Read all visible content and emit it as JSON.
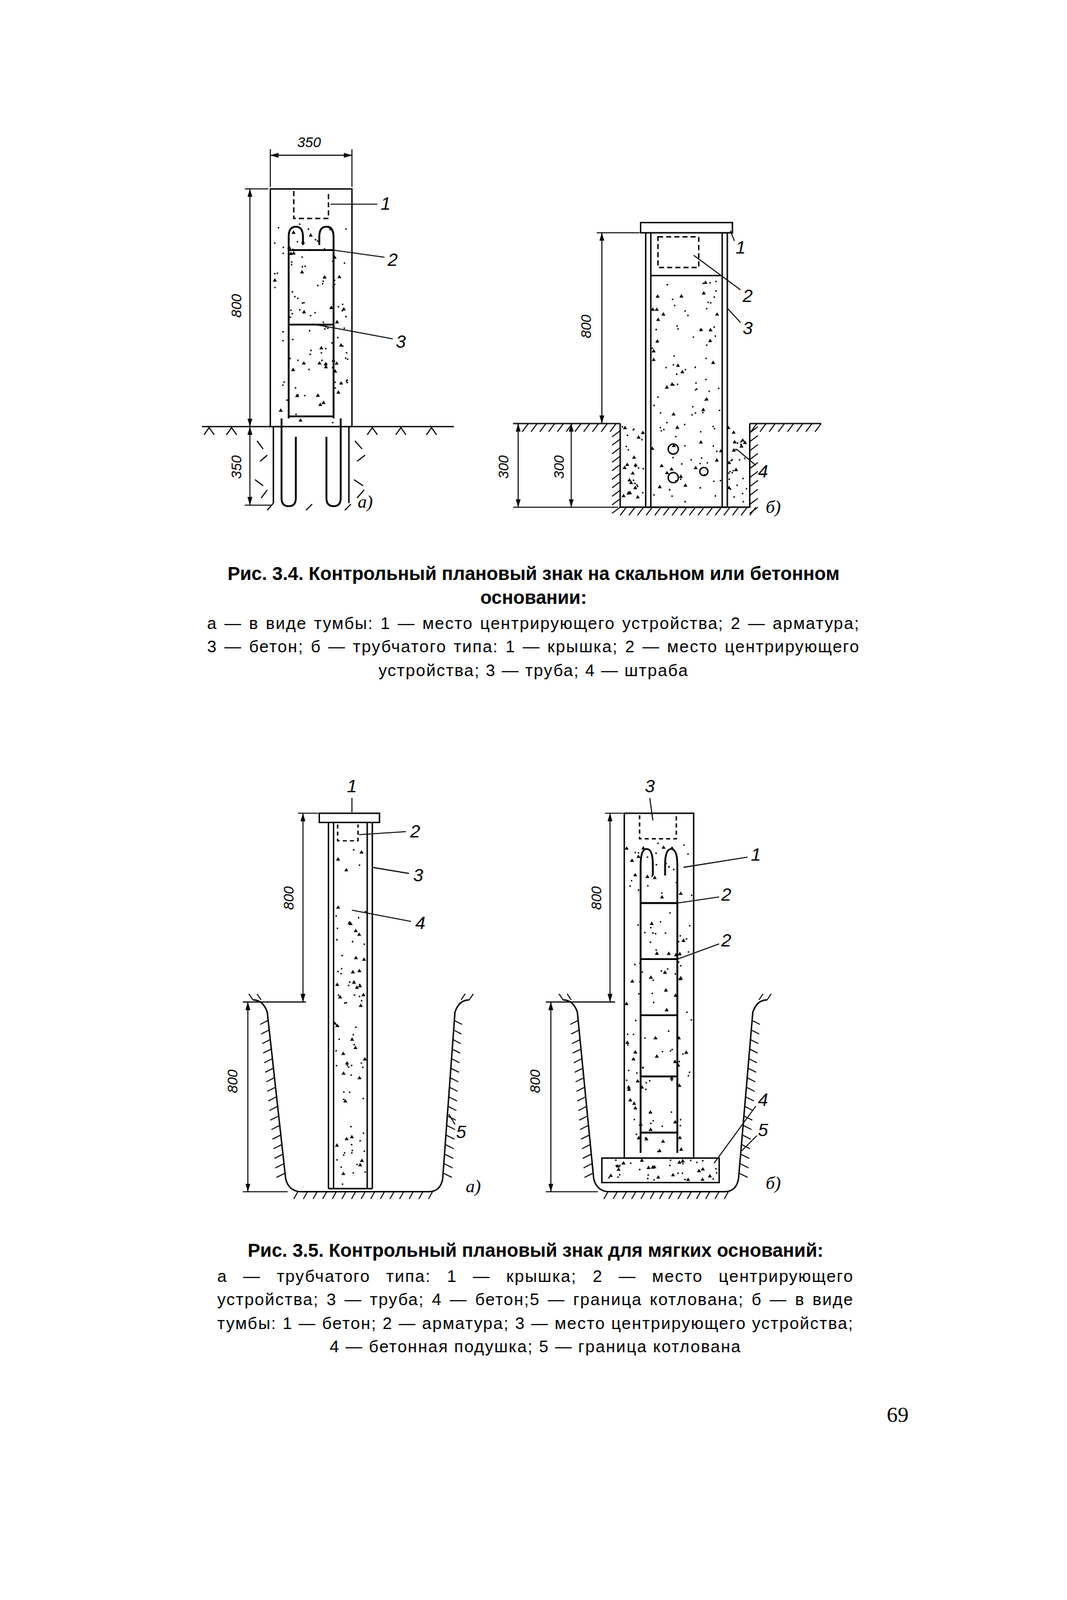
{
  "diagram": {
    "labels": [
      "350",
      "800",
      "350",
      "1",
      "2",
      "3",
      "а)",
      "800",
      "300",
      "300",
      "1",
      "2",
      "3",
      "4",
      "б)",
      "Рис. 3.4. Контрольный плановый знак на скальном или бетонном основании:",
      "а — в виде тумбы: 1 — место центрирующего устройства; 2 — арматура; 3 — бетон; б — трубчатого типа: 1 — крышка; 2 — место центрирующего устройства; 3 — труба; 4 — штраба",
      "1",
      "2",
      "3",
      "4",
      "5",
      "а)",
      "800",
      "800",
      "3",
      "1",
      "2",
      "2",
      "4",
      "5",
      "б)",
      "800",
      "800",
      "Рис. 3.5. Контрольный плановый знак для мягких оснований:",
      "а — трубчатого типа: 1 — крышка; 2 — место центрирующего устройства; 3 — труба; 4 — бетон;5 — граница котлована; б — в виде тумбы: 1 — бетон; 2 — арматура; 3 — место центрирующего устройства; 4 — бетонная подушка; 5 — граница котлована",
      "69"
    ]
  }
}
